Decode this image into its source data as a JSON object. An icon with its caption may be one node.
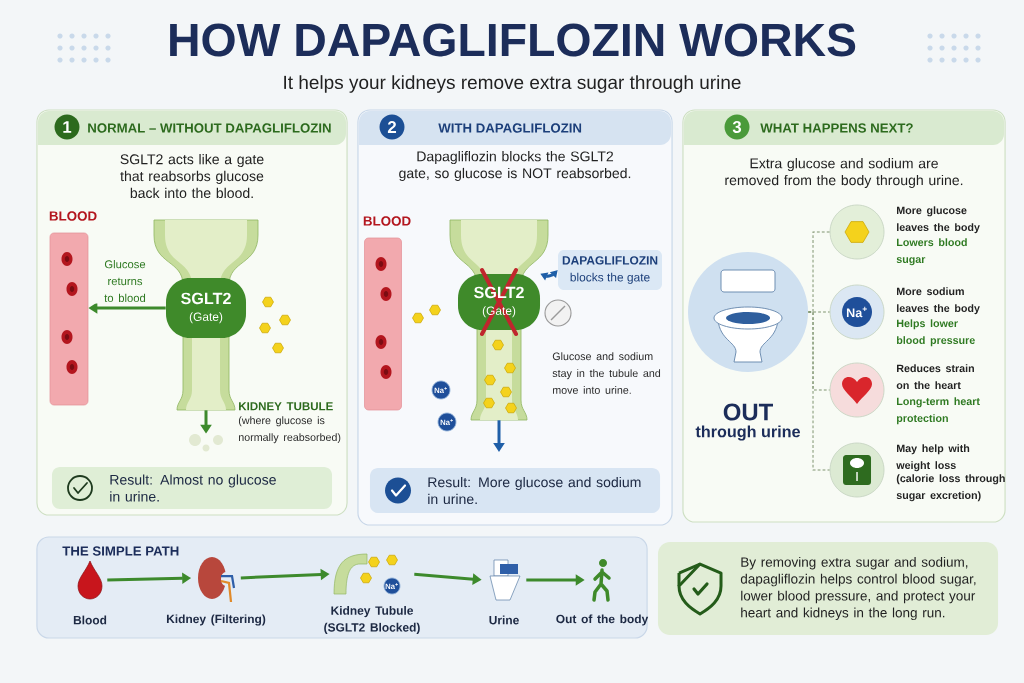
{
  "diagram": {
    "title": "HOW DAPAGLIFLOZIN WORKS",
    "nodes": [
      {
        "text": [
          "NORMAL – WITHOUT DAPAGLIFLOZIN",
          "SGLT2 acts like a gate that reabsorbs glucose back into the blood."
        ]
      },
      {
        "text": [
          "1"
        ],
        "in": 0
      },
      {
        "text": [
          "BLOOD"
        ],
        "in": 0
      },
      {
        "text": [
          "SGLT2",
          "(Gate)"
        ],
        "in": 4
      },
      {
        "text": [],
        "shape": "tube",
        "in": 0,
        "beside": [
          "KIDNEY TUBULE",
          "(where glucose is normally reabsorbed)"
        ]
      },
      {
        "text": [
          "Result: Almost no glucose in urine."
        ],
        "in": 0
      },
      {
        "text": [
          "WITH DAPAGLIFLOZIN",
          "Dapagliflozin blocks the SGLT2 gate, so glucose is NOT reabsorbed."
        ]
      },
      {
        "text": [
          "2"
        ],
        "in": 6
      },
      {
        "text": [
          "BLOOD"
        ],
        "in": 6
      },
      {
        "text": [
          "SGLT2",
          "(Gate)"
        ],
        "in": 10
      },
      {
        "text": [],
        "shape": "tube",
        "in": 6,
        "beside": [
          "Glucose and sodium stay in the tubule and move into urine."
        ]
      },
      {
        "text": [
          "DAPAGLIFLOZIN",
          "blocks the gate"
        ],
        "in": 6
      },
      {
        "text": [
          "Na$^{+}$"
        ],
        "in": 6
      },
      {
        "text": [
          "Na$^{+}$"
        ],
        "in": 6
      },
      {
        "text": [
          "Result: More glucose and sodium in urine."
        ],
        "in": 6
      },
      {
        "text": [
          "WHAT HAPPENS NEXT?",
          "Extra glucose and sodium are removed from the body through urine."
        ]
      },
      {
        "text": [
          "3"
        ],
        "in": 15
      },
      {
        "text": [
          "OUT",
          "through urine"
        ],
        "in": 15
      },
      {
        "text": [],
        "shape": "circle",
        "in": 15,
        "beside": [
          "More glucose leaves the body",
          "Lowers blood sugar"
        ]
      },
      {
        "text": [
          "Na$^{+}$"
        ],
        "in": 15,
        "beside": [
          "More sodium leaves the body",
          "Helps lower blood pressure"
        ]
      },
      {
        "text": [],
        "shape": "circle",
        "in": 15,
        "beside": [
          "Reduces strain on the heart",
          "Long-term heart protection"
        ]
      },
      {
        "text": [],
        "shape": "circle",
        "in": 15,
        "beside": [
          "May help with weight loss",
          "(calorie loss through sugar excretion)"
        ]
      },
      {
        "text": [
          "THE SIMPLE PATH"
        ]
      },
      {
        "text": [
          "Blood"
        ],
        "in": 22
      },
      {
        "text": [
          "Kidney (Filtering)"
        ],
        "in": 22
      },
      {
        "text": [
          "Kidney Tubule (SGLT2 Blocked)"
        ],
        "in": 22
      },
      {
        "text": [
          "Urine"
        ],
        "in": 22
      },
      {
        "text": [
          "Out of the body"
        ],
        "in": 22
      },
      {
        "text": [
          "Na$^{+}$"
        ],
        "in": 22
      },
      {
        "text": [],
        "shape": "circle",
        "in": 0
      },
      {
        "text": [
          "By removing extra sugar and sodium, dapagliflozin helps control blood sugar, lower blood pressure, and protect your heart and kidneys in the long run."
        ]
      }
    ],
    "edges": [
      {
        "from": 3,
        "to": 2,
        "arrow": "to",
        "label": "Glucose returns to blood"
      },
      {
        "from": 4,
        "to": 29,
        "arrow": "to"
      },
      {
        "from": 11,
        "to": 9,
        "arrow": "both",
        "color": "#1f5fa8"
      },
      {
        "from": 10,
        "to": null,
        "arrow": "to",
        "color": "#1f5fa8"
      },
      {
        "from": 17,
        "to": 18,
        "arrow": "none",
        "style": "dashed",
        "color": "#7f9470"
      },
      {
        "from": 17,
        "to": 19,
        "arrow": "none",
        "style": "dashed",
        "color": "#7f9470"
      },
      {
        "from": 17,
        "to": 20,
        "arrow": "none",
        "style": "dashed",
        "color": "#7f9470"
      },
      {
        "from": 17,
        "to": 21,
        "arrow": "none",
        "style": "dashed",
        "color": "#7f9470"
      },
      {
        "from": 23,
        "to": 24,
        "arrow": "to"
      },
      {
        "from": 24,
        "to": 25,
        "arrow": "to"
      },
      {
        "from": 25,
        "to": 26,
        "arrow": "to"
      },
      {
        "from": 26,
        "to": 27,
        "arrow": "to"
      }
    ],
    "labels": [
      "It helps your kidneys remove extra sugar through urine"
    ]
  }
}
